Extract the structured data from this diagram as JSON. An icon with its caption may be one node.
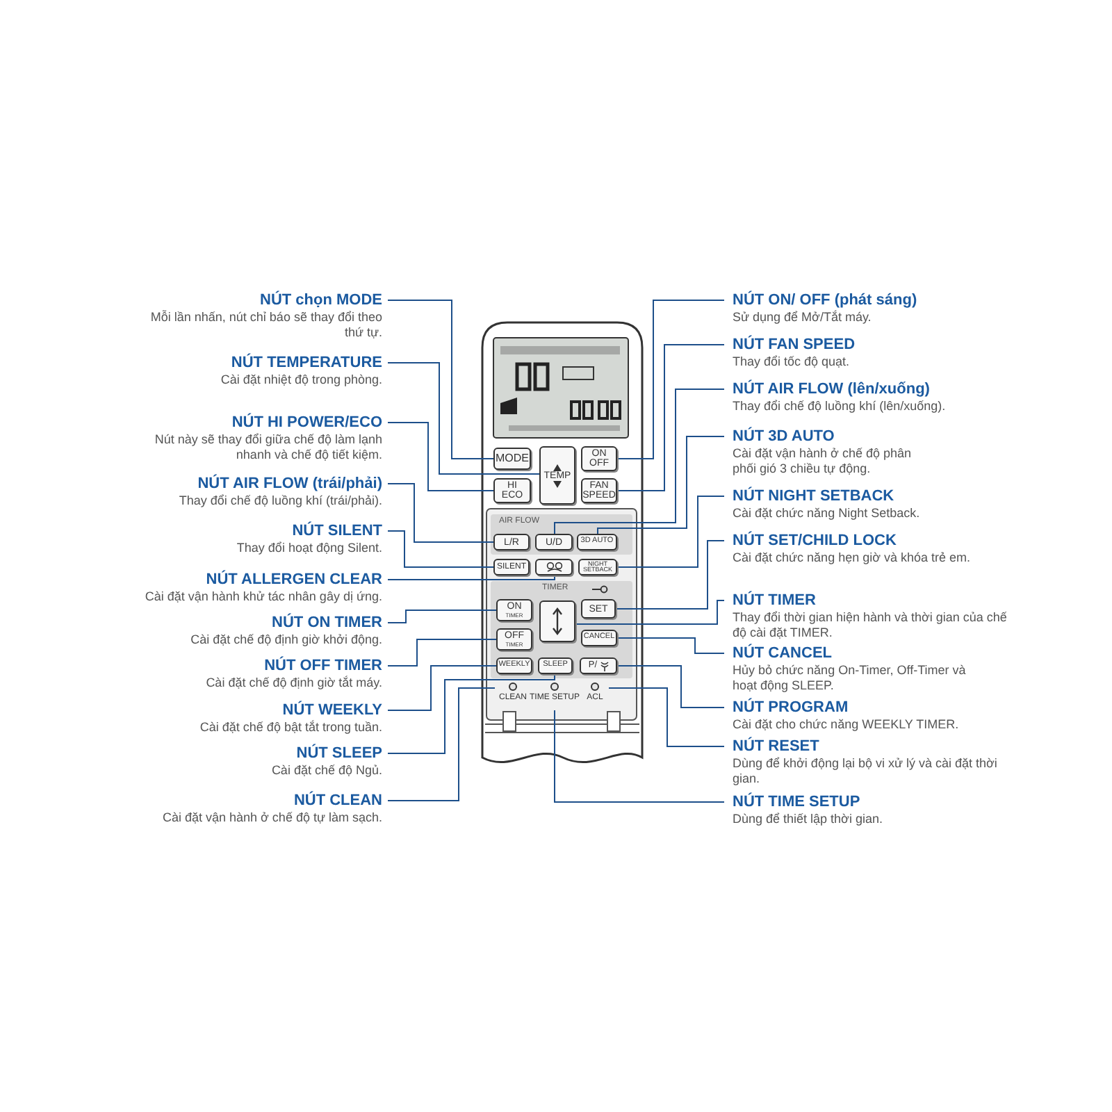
{
  "diagram": {
    "nodes": [
      {
        "text": [
          "NÚT chọn MODE",
          "Mỗi lần nhấn, nút chỉ báo sẽ thay đổi theo thứ tự."
        ]
      },
      {
        "text": [
          "NÚT TEMPERATURE",
          "Cài đặt nhiệt độ trong phòng."
        ]
      },
      {
        "text": [
          "NÚT HI POWER/ECO",
          "Nút này sẽ thay đổi giữa chế độ làm lạnh nhanh và chế độ tiết kiệm."
        ]
      },
      {
        "text": [
          "NÚT AIR FLOW (trái/phải)",
          "Thay đổi chế độ luồng khí (trái/phải)."
        ]
      },
      {
        "text": [
          "NÚT SILENT",
          "Thay đổi hoạt động Silent."
        ]
      },
      {
        "text": [
          "NÚT ALLERGEN CLEAR",
          "Cài đặt vận hành khử tác nhân gây dị ứng."
        ]
      },
      {
        "text": [
          "NÚT ON TIMER",
          "Cài đặt chế độ định giờ khởi động."
        ]
      },
      {
        "text": [
          "NÚT OFF TIMER",
          "Cài đặt chế độ định giờ tắt máy."
        ]
      },
      {
        "text": [
          "NÚT WEEKLY",
          "Cài đặt chế độ bật tắt trong tuần."
        ]
      },
      {
        "text": [
          "NÚT SLEEP",
          "Cài đặt chế độ Ngủ."
        ]
      },
      {
        "text": [
          "NÚT CLEAN",
          "Cài đặt vận hành ở chế độ tự làm sạch."
        ]
      },
      {
        "text": [
          "NÚT ON/ OFF (phát sáng)",
          "Sử dụng để Mở/Tắt máy."
        ]
      },
      {
        "text": [
          "NÚT FAN SPEED",
          "Thay đổi tốc độ quạt."
        ]
      },
      {
        "text": [
          "NÚT AIR FLOW (lên/xuống)",
          "Thay đổi chế độ luồng khí (lên/xuống)."
        ]
      },
      {
        "text": [
          "NÚT 3D AUTO",
          "Cài đặt vận hành ở chế độ phân phối gió 3 chiều tự động."
        ]
      },
      {
        "text": [
          "NÚT NIGHT SETBACK",
          "Cài đặt chức năng Night Setback."
        ]
      },
      {
        "text": [
          "NÚT SET/CHILD LOCK",
          "Cài đặt chức năng hẹn giờ và khóa trẻ em."
        ]
      },
      {
        "text": [
          "NÚT TIMER",
          "Thay đổi thời gian hiện hành và thời gian của chế độ cài đặt TIMER."
        ]
      },
      {
        "text": [
          "NÚT CANCEL",
          "Hủy bỏ chức năng On-Timer, Off-Timer và hoạt động SLEEP."
        ]
      },
      {
        "text": [
          "NÚT PROGRAM",
          "Cài đặt cho chức năng WEEKLY TIMER."
        ]
      },
      {
        "text": [
          "NÚT RESET",
          "Dùng để khởi động lại bộ vi xử lý và cài đặt thời gian."
        ]
      },
      {
        "text": [
          "NÚT TIME SETUP",
          "Dùng để thiết lập thời gian."
        ]
      },
      {
        "text": [
          "MODE"
        ]
      },
      {
        "text": [
          "TEMP"
        ]
      },
      {
        "text": [
          "ON OFF"
        ]
      },
      {
        "text": [
          "HI ECO"
        ]
      },
      {
        "text": [
          "FAN SPEED"
        ]
      },
      {
        "text": [
          "L/R"
        ]
      },
      {
        "text": [
          "U/D"
        ]
      },
      {
        "text": [
          "3D AUTO"
        ]
      },
      {
        "text": [
          "SILENT"
        ]
      },
      {
        "text": [],
        "shape": "box"
      },
      {
        "text": [
          "NIGHT SETBACK"
        ]
      },
      {
        "text": [
          "SET"
        ]
      },
      {
        "text": [
          "ON",
          "TIMER"
        ]
      },
      {
        "text": [],
        "shape": "box"
      },
      {
        "text": [
          "OFF",
          "TIMER"
        ]
      },
      {
        "text": [
          "CANCEL"
        ]
      },
      {
        "text": [
          "WEEKLY"
        ]
      },
      {
        "text": [
          "SLEEP"
        ]
      },
      {
        "text": [
          "P/"
        ]
      },
      {
        "text": [
          "CLEAN"
        ]
      },
      {
        "text": [
          "TIME SETUP"
        ]
      },
      {
        "text": [
          "ACL"
        ]
      }
    ],
    "edges": [
      {
        "from": 0,
        "to": 22,
        "arrow": "none"
      },
      {
        "from": 1,
        "to": 23,
        "arrow": "none"
      },
      {
        "from": 2,
        "to": 25,
        "arrow": "none"
      },
      {
        "from": 3,
        "to": 27,
        "arrow": "none"
      },
      {
        "from": 4,
        "to": 30,
        "arrow": "none"
      },
      {
        "from": 5,
        "to": 31,
        "arrow": "none"
      },
      {
        "from": 6,
        "to": 34,
        "arrow": "none"
      },
      {
        "from": 7,
        "to": 36,
        "arrow": "none"
      },
      {
        "from": 8,
        "to": 38,
        "arrow": "none"
      },
      {
        "from": 9,
        "to": 39,
        "arrow": "none"
      },
      {
        "from": 10,
        "to": 41,
        "arrow": "none"
      },
      {
        "from": 11,
        "to": 24,
        "arrow": "none"
      },
      {
        "from": 12,
        "to": 26,
        "arrow": "none"
      },
      {
        "from": 13,
        "to": 28,
        "arrow": "none"
      },
      {
        "from": 14,
        "to": 29,
        "arrow": "none"
      },
      {
        "from": 15,
        "to": 32,
        "arrow": "none"
      },
      {
        "from": 16,
        "to": 33,
        "arrow": "none"
      },
      {
        "from": 17,
        "to": 35,
        "arrow": "none"
      },
      {
        "from": 18,
        "to": 37,
        "arrow": "none"
      },
      {
        "from": 19,
        "to": 40,
        "arrow": "none"
      },
      {
        "from": 20,
        "to": 43,
        "arrow": "none"
      },
      {
        "from": 21,
        "to": 42,
        "arrow": "none"
      }
    ],
    "labels": [
      "AIR FLOW",
      "TIMER"
    ]
  }
}
